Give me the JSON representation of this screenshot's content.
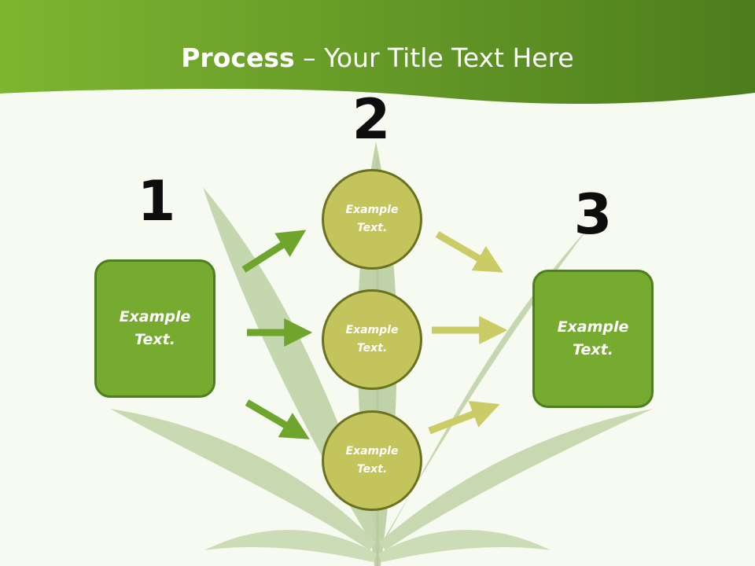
{
  "slide": {
    "title_bold": "Process",
    "title_rest": " – Your Title Text Here",
    "steps": [
      {
        "number": "1",
        "label": "Example Text."
      },
      {
        "number": "2",
        "label": "Example Text."
      },
      {
        "number": "3",
        "label": "Example Text."
      }
    ],
    "circles": [
      {
        "label": "Example Text."
      },
      {
        "label": "Example Text."
      },
      {
        "label": "Example Text."
      }
    ]
  },
  "colors": {
    "header_green": "#5e9a23",
    "box_green": "#76ab30",
    "circle_olive": "#c3c45c",
    "arrow_green": "#6ea52c",
    "arrow_olive": "#cccc66",
    "background": "#f7faf0"
  },
  "icons": [
    "cannabis-leaf-icon"
  ]
}
